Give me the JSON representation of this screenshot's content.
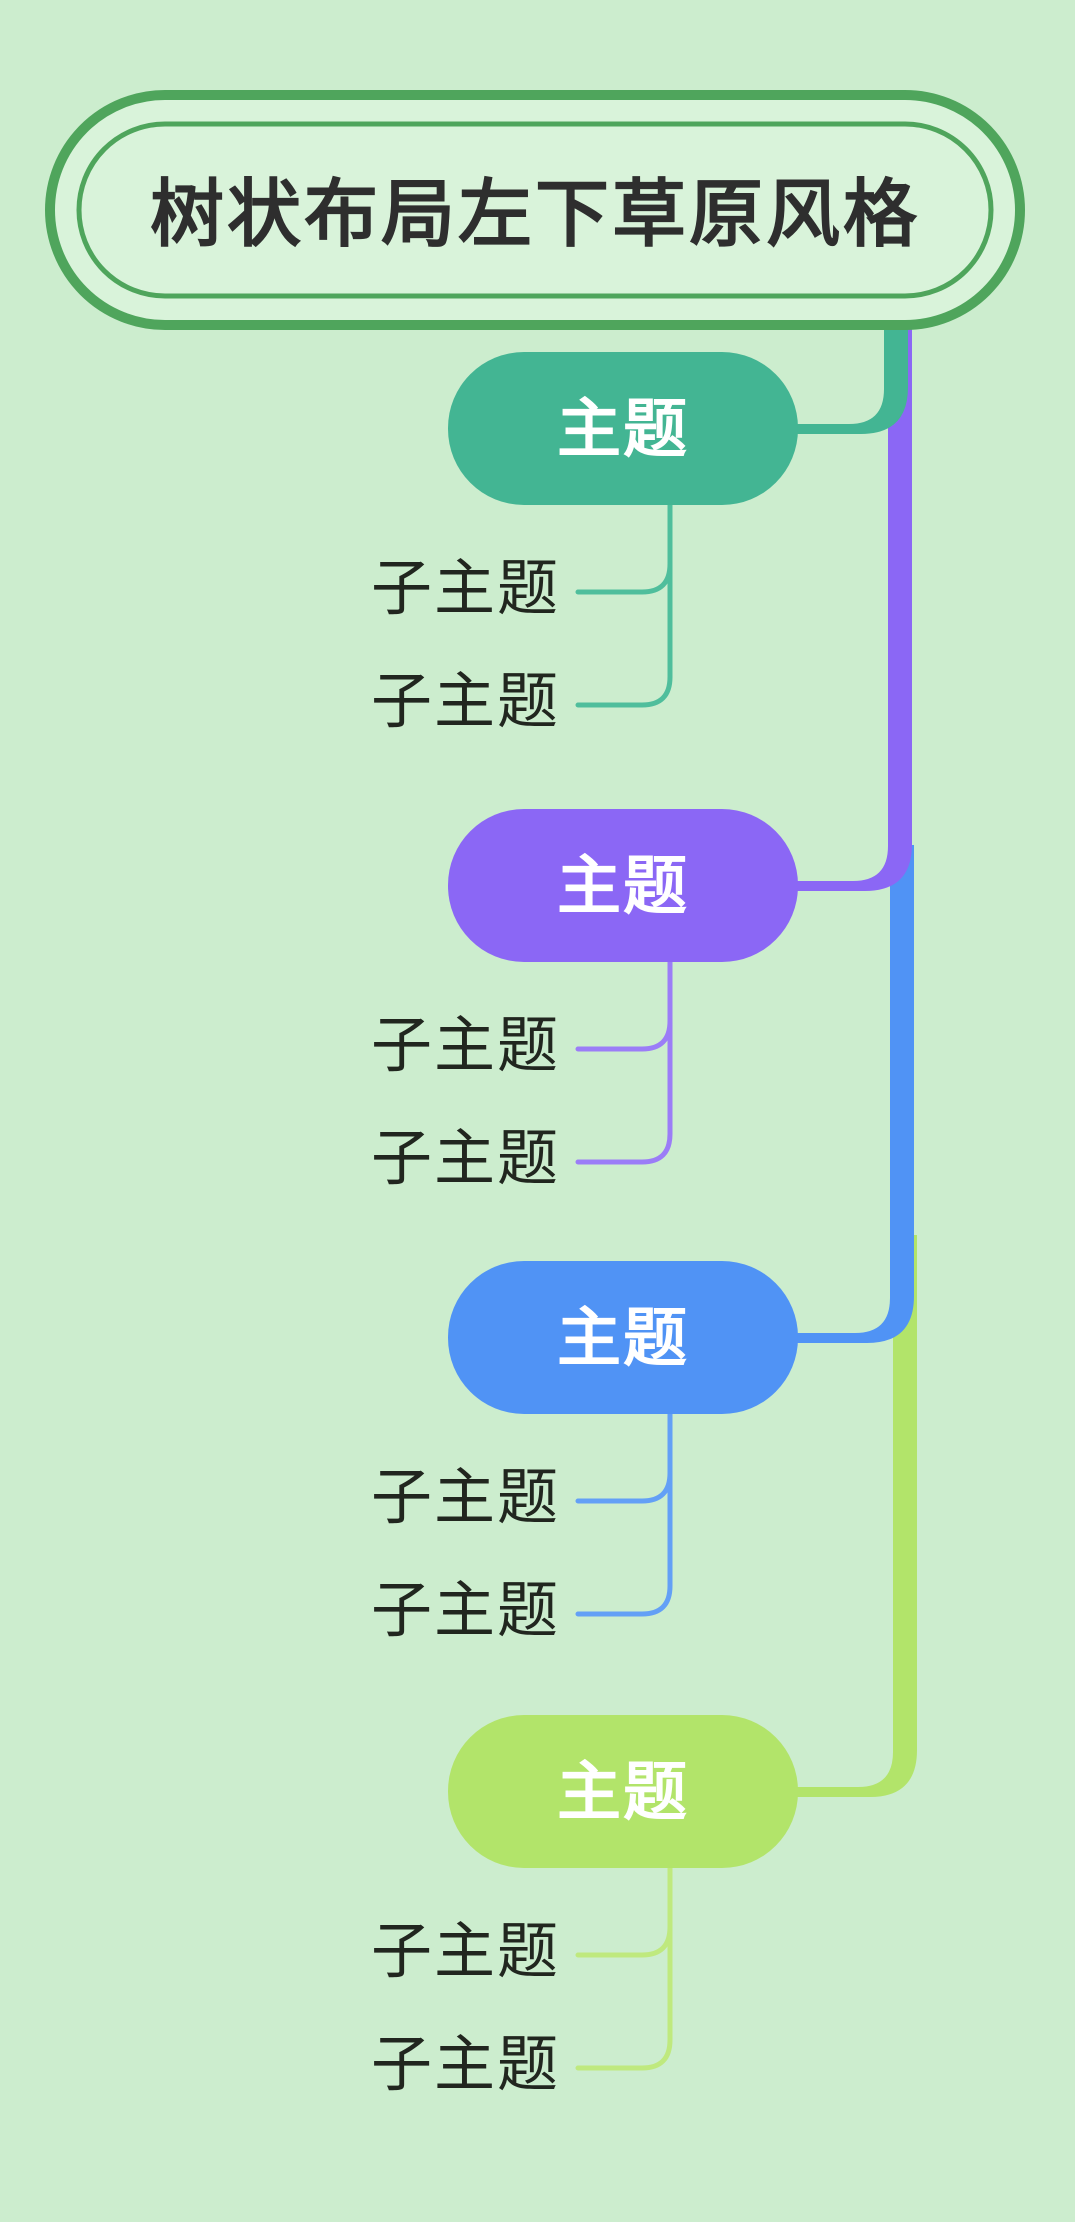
{
  "canvas": {
    "bg_color": "#CCEDCE"
  },
  "root": {
    "label": "树状布局左下草原风格",
    "fill_color": "#D9F3DA",
    "border_color": "#4FA55C",
    "text_color": "#2E2E2E",
    "border_style": "double-rounded"
  },
  "subtopic_text_color": "#21261F",
  "topics": [
    {
      "label": "主题",
      "color": "#43B593",
      "branch_color": "#4FBE9C",
      "text_color": "#FFFFFF",
      "subtopics": [
        {
          "label": "子主题"
        },
        {
          "label": "子主题"
        }
      ]
    },
    {
      "label": "主题",
      "color": "#8B67F5",
      "branch_color": "#9B7DF7",
      "text_color": "#FFFFFF",
      "subtopics": [
        {
          "label": "子主题"
        },
        {
          "label": "子主题"
        }
      ]
    },
    {
      "label": "主题",
      "color": "#5093F5",
      "branch_color": "#63A0F6",
      "text_color": "#FFFFFF",
      "subtopics": [
        {
          "label": "子主题"
        },
        {
          "label": "子主题"
        }
      ]
    },
    {
      "label": "主题",
      "color": "#B2E46A",
      "branch_color": "#BFE97E",
      "text_color": "#FFFFFF",
      "subtopics": [
        {
          "label": "子主题"
        },
        {
          "label": "子主题"
        }
      ]
    }
  ]
}
